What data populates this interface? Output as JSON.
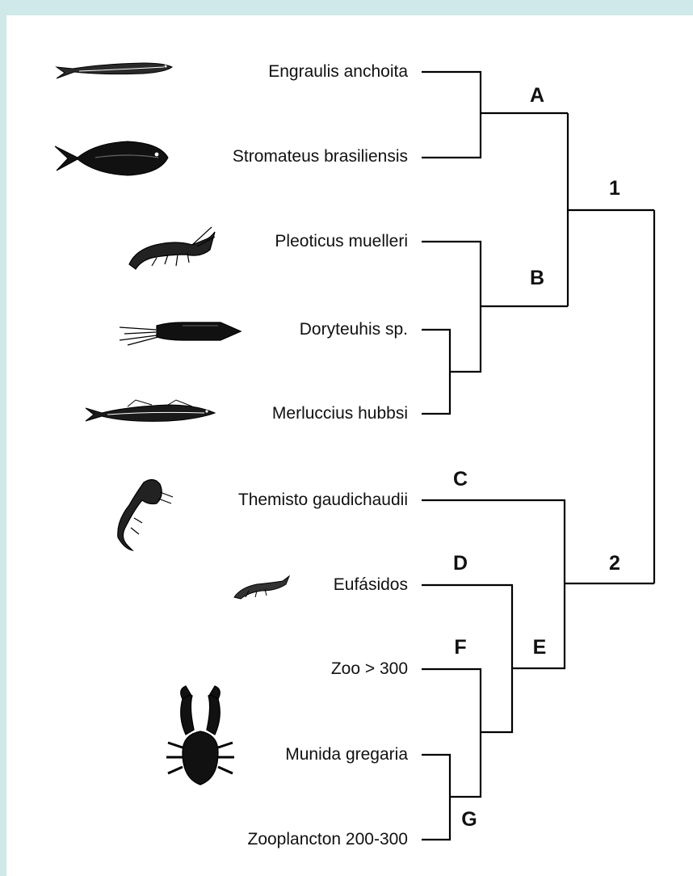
{
  "species": [
    {
      "id": "engraulis",
      "label": "Engraulis anchoita",
      "icon": "anchovy-icon"
    },
    {
      "id": "stromateus",
      "label": "Stromateus brasiliensis",
      "icon": "butterfish-icon"
    },
    {
      "id": "pleoticus",
      "label": "Pleoticus muelleri",
      "icon": "shrimp-icon"
    },
    {
      "id": "doryteuhis",
      "label": "Doryteuhis sp.",
      "icon": "squid-icon"
    },
    {
      "id": "merluccius",
      "label": "Merluccius hubbsi",
      "icon": "hake-icon"
    },
    {
      "id": "themisto",
      "label": "Themisto gaudichaudii",
      "icon": "amphipod-icon"
    },
    {
      "id": "eufasidos",
      "label": "Eufásidos",
      "icon": "krill-icon"
    },
    {
      "id": "zoo300",
      "label": "Zoo > 300",
      "icon": ""
    },
    {
      "id": "munida",
      "label": "Munida gregaria",
      "icon": "squat-lobster-icon"
    },
    {
      "id": "zooplancton",
      "label": "Zooplancton 200-300",
      "icon": ""
    }
  ],
  "nodes": {
    "A": "A",
    "B": "B",
    "C": "C",
    "D": "D",
    "E": "E",
    "F": "F",
    "G": "G",
    "n1": "1",
    "n2": "2"
  },
  "colors": {
    "background": "#cfe9ea",
    "panel": "#ffffff",
    "ink": "#000000"
  }
}
